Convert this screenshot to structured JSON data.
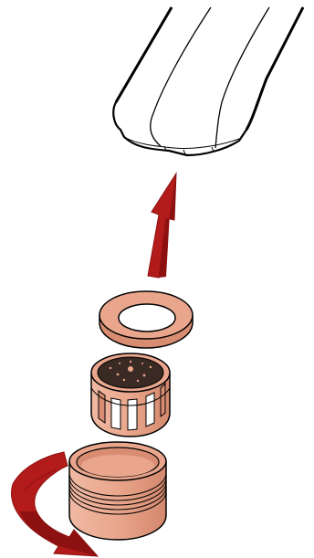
{
  "diagram": {
    "parts": [
      {
        "name": "faucet-spout",
        "kind": "spout"
      },
      {
        "name": "rubber-washer",
        "kind": "washer"
      },
      {
        "name": "aerator-screen-insert",
        "kind": "insert"
      },
      {
        "name": "aerator-housing",
        "kind": "housing"
      }
    ],
    "arrows": [
      {
        "name": "assembly-direction-arrow",
        "direction": "up"
      },
      {
        "name": "rotation-arrow",
        "direction": "clockwise"
      }
    ],
    "colors": {
      "outline": "#000000",
      "part_fill": "#e9a68c",
      "part_shade": "#d88d72",
      "arrow_red": "#b31b1b",
      "arrow_dark": "#8d1111",
      "background": "#ffffff"
    }
  }
}
